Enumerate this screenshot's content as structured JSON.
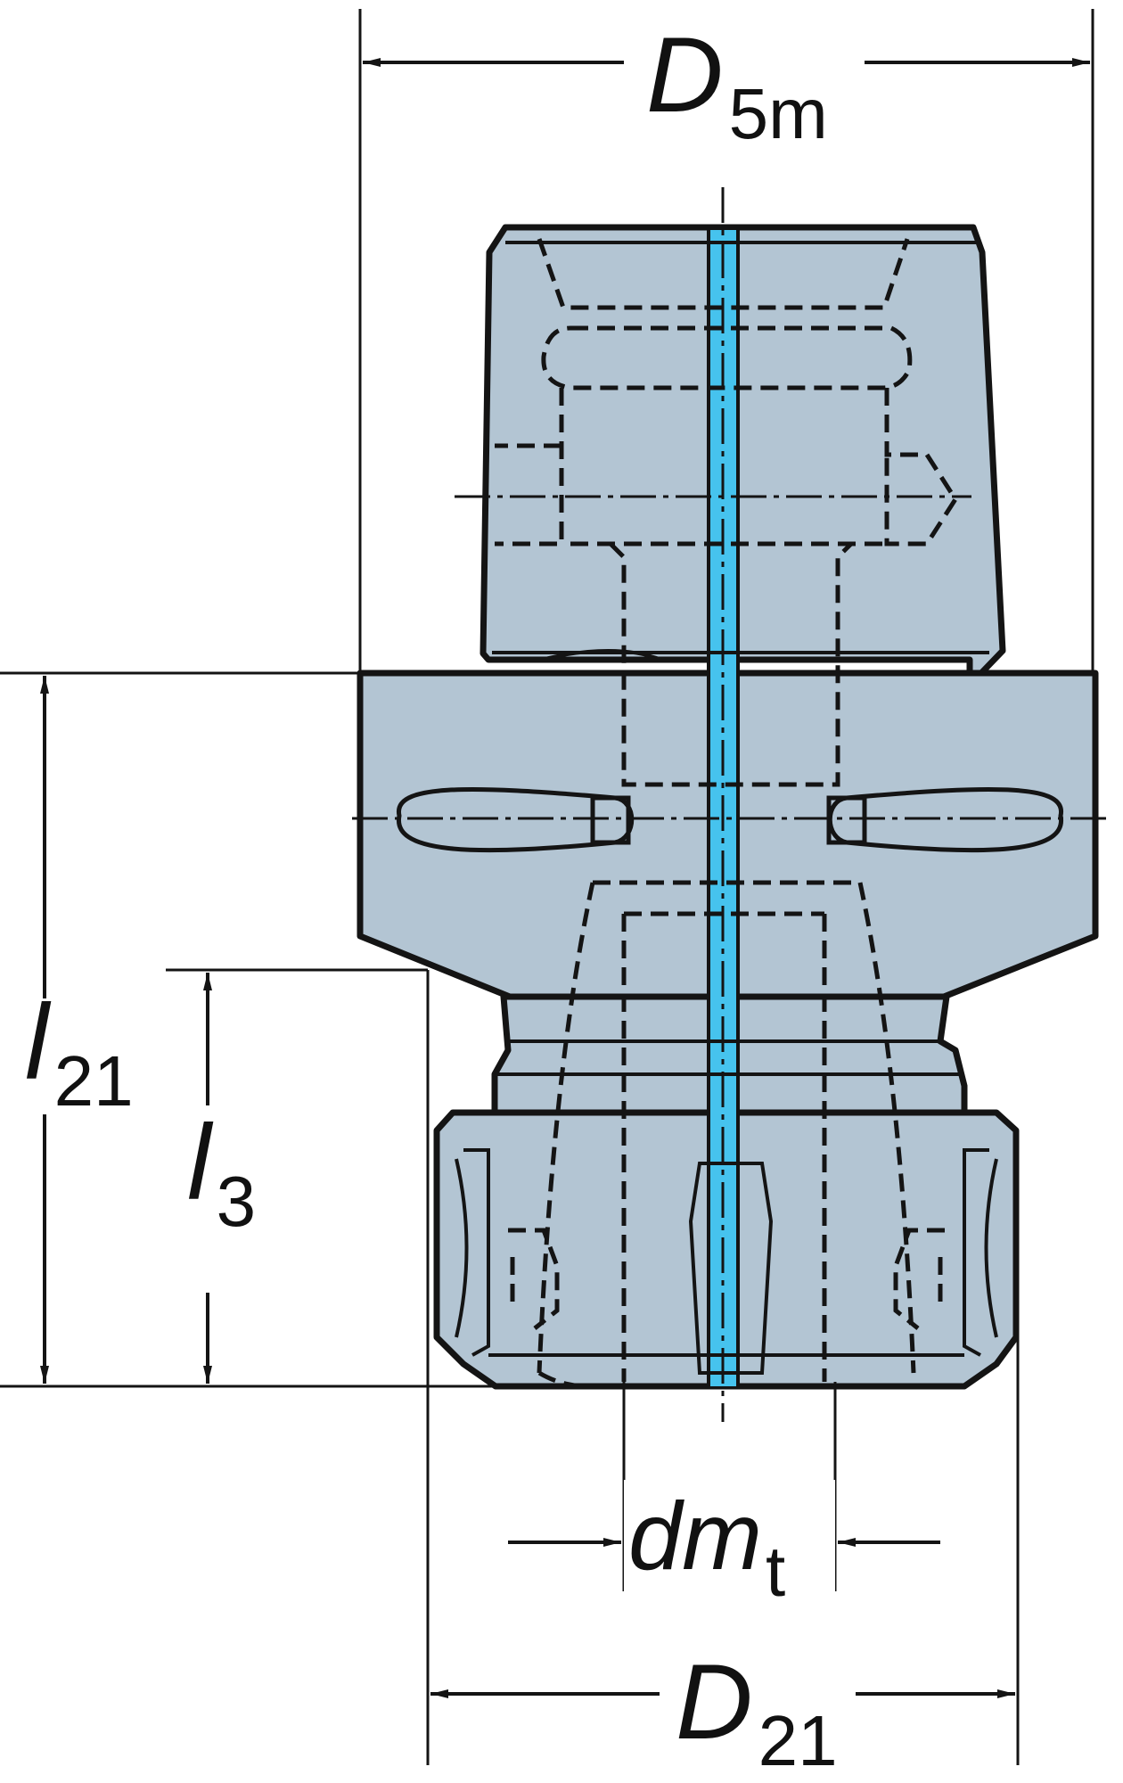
{
  "colors": {
    "body_fill": "#b3c5d3",
    "outline": "#141414",
    "coolant": "#46c3ee",
    "background": "#ffffff"
  },
  "labels": {
    "D5m": {
      "main": "D",
      "sub": "5m"
    },
    "l21": {
      "main": "l",
      "sub": "21"
    },
    "l3": {
      "main": "l",
      "sub": "3"
    },
    "dmt": {
      "main": "dm",
      "sub": "t"
    },
    "D21": {
      "main": "D",
      "sub": "21"
    }
  }
}
